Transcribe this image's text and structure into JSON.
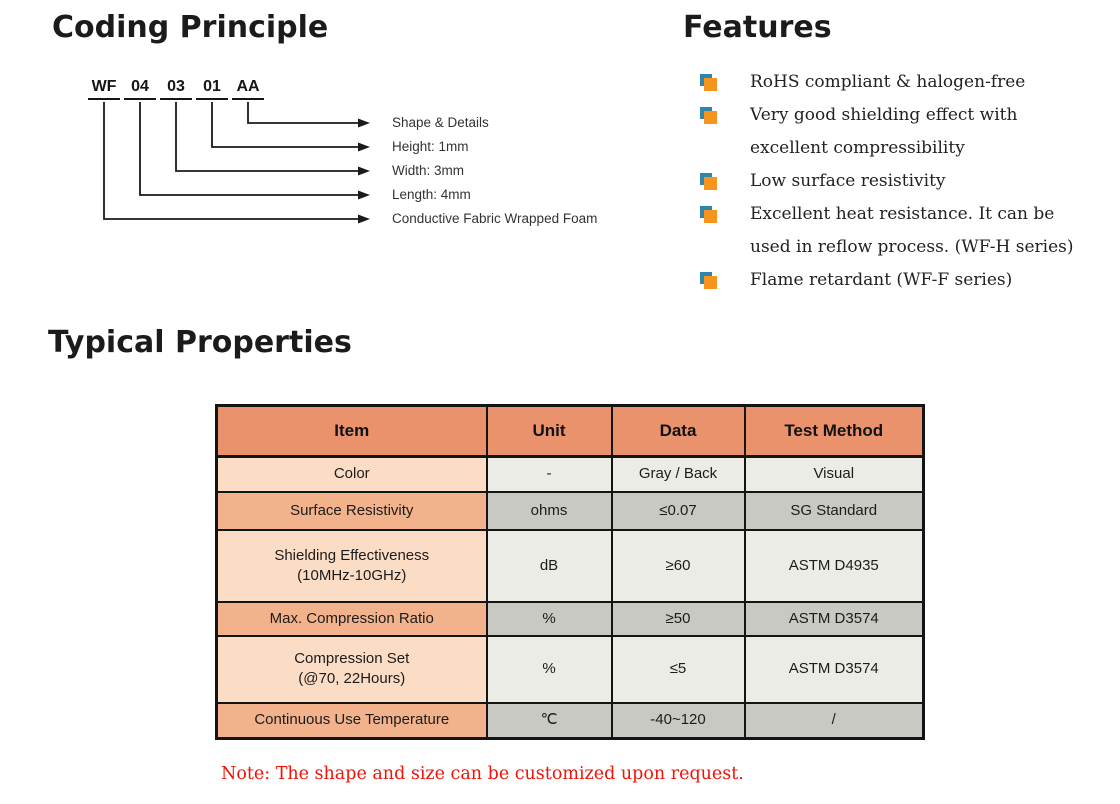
{
  "coding": {
    "title": "Coding Principle",
    "code_parts": [
      "WF",
      "04",
      "03",
      "01",
      "AA"
    ],
    "labels": [
      "Shape & Details",
      "Height: 1mm",
      "Width: 3mm",
      "Length: 4mm",
      "Conductive Fabric Wrapped Foam"
    ]
  },
  "features": {
    "title": "Features",
    "items": [
      "RoHS compliant & halogen-free",
      "Very good shielding effect with\nexcellent compressibility",
      "Low surface resistivity",
      "Excellent heat resistance. It can be\nused in reflow process. (WF-H series)",
      "Flame retardant (WF-F series)"
    ]
  },
  "properties": {
    "title": "Typical Properties",
    "table": {
      "headers": [
        "Item",
        "Unit",
        "Data",
        "Test Method"
      ],
      "rows": [
        {
          "cells": [
            "Color",
            "-",
            "Gray / Back",
            "Visual"
          ]
        },
        {
          "cells": [
            "Surface Resistivity",
            "ohms",
            "≤0.07",
            "SG Standard"
          ]
        },
        {
          "cells": [
            "Shielding Effectiveness\n(10MHz-10GHz)",
            "dB",
            "≥60",
            "ASTM D4935"
          ]
        },
        {
          "cells": [
            "Max. Compression Ratio",
            "%",
            "≥50",
            "ASTM D3574"
          ]
        },
        {
          "cells": [
            "Compression Set\n(@70, 22Hours)",
            "%",
            "≤5",
            "ASTM D3574"
          ]
        },
        {
          "cells": [
            "Continuous Use Temperature",
            "℃",
            "-40~120",
            "/"
          ]
        }
      ]
    },
    "note": "Note: The shape and size can be customized upon request."
  },
  "colors": {
    "bullet_orange": "#f7941d",
    "bullet_blue": "#2e86ab",
    "table_header_bg": "#e9926b",
    "item_col_light": "#fbdcc5",
    "item_col_dark": "#f2b28b",
    "value_col_light": "#ebece5",
    "value_col_dark": "#c8c9c2",
    "note_red": "#ee1409",
    "diagram_line": "#1a1a1a"
  }
}
